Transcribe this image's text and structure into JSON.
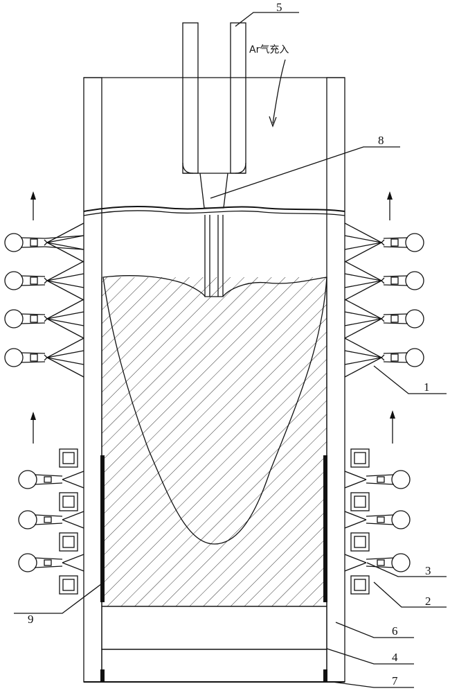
{
  "annotation": {
    "gas_inlet": "Ar气充入"
  },
  "labels": [
    {
      "id": "1",
      "text": "1"
    },
    {
      "id": "2",
      "text": "2"
    },
    {
      "id": "3",
      "text": "3"
    },
    {
      "id": "4",
      "text": "4"
    },
    {
      "id": "5",
      "text": "5"
    },
    {
      "id": "6",
      "text": "6"
    },
    {
      "id": "7",
      "text": "7"
    },
    {
      "id": "8",
      "text": "8"
    },
    {
      "id": "9",
      "text": "9"
    }
  ]
}
